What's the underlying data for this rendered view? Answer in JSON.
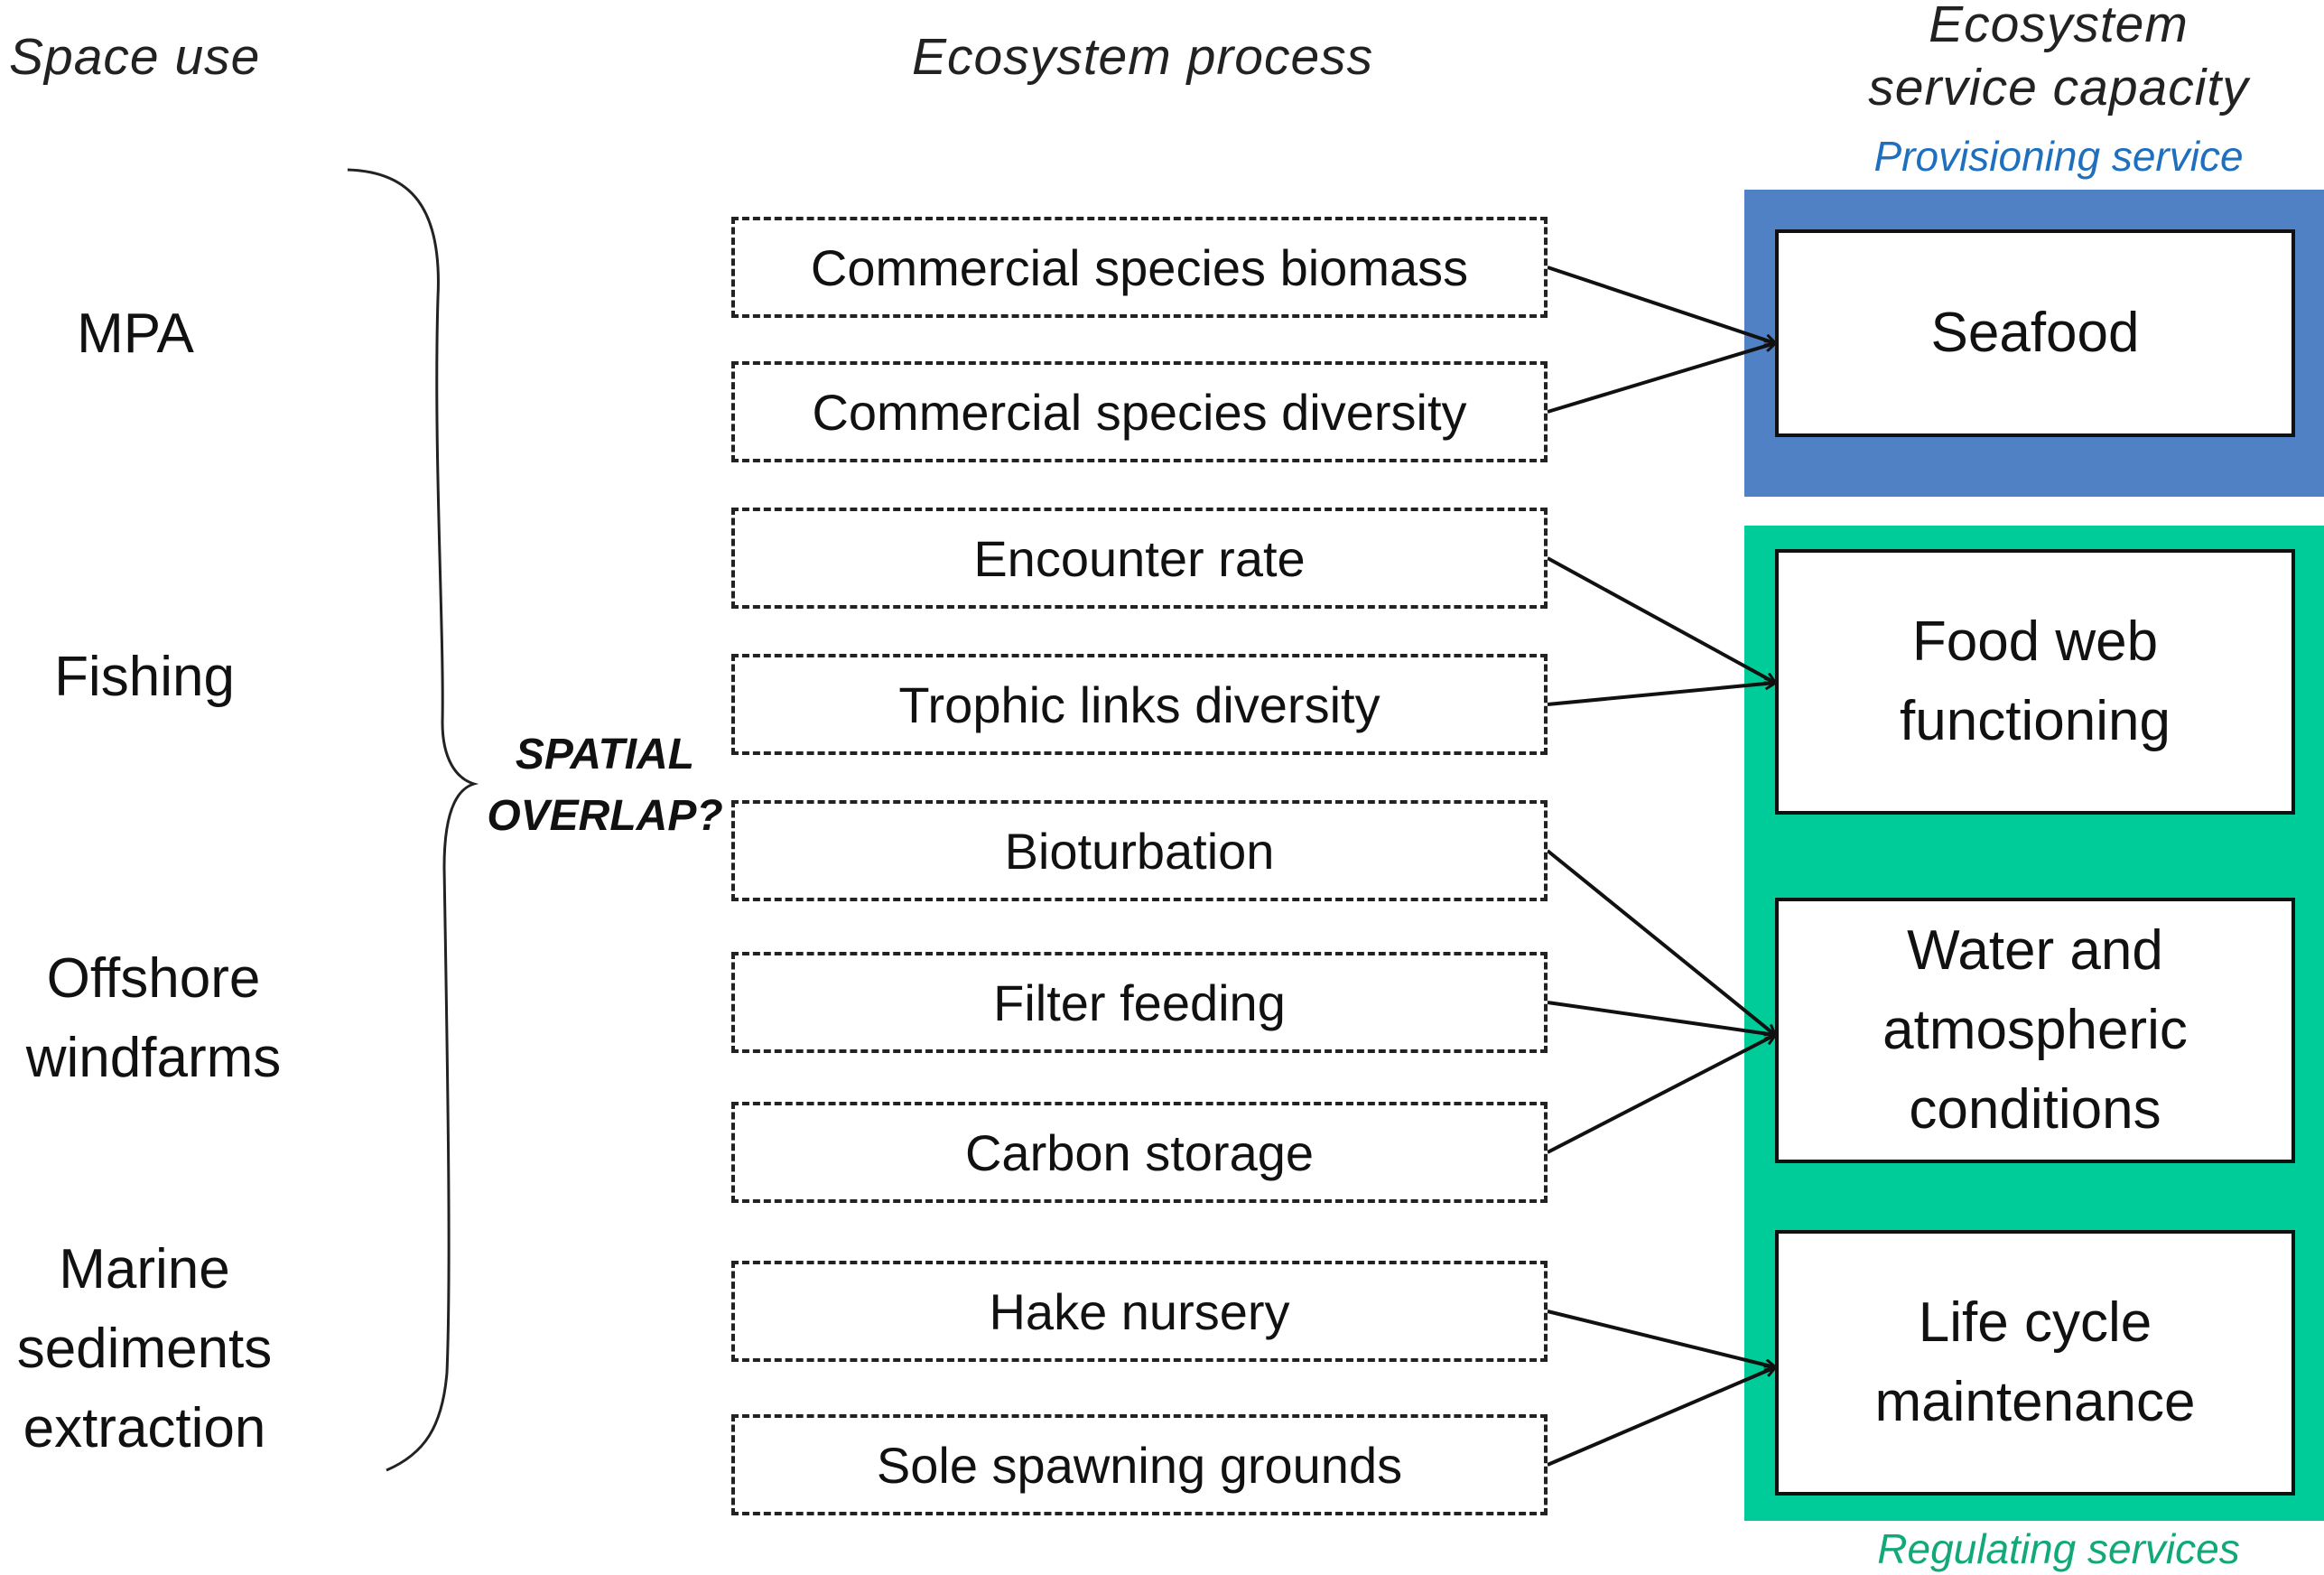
{
  "headers": {
    "space_use": "Space use",
    "ecosystem_process": "Ecosystem process",
    "ecosystem_service_capacity_line1": "Ecosystem",
    "ecosystem_service_capacity_line2": "service capacity",
    "provisioning_service": "Provisioning service",
    "regulating_services": "Regulating services"
  },
  "space_uses": [
    {
      "line1": "MPA",
      "line2": "",
      "line3": ""
    },
    {
      "line1": "Fishing",
      "line2": "",
      "line3": ""
    },
    {
      "line1": "Offshore",
      "line2": "windfarms",
      "line3": ""
    },
    {
      "line1": "Marine",
      "line2": "sediments",
      "line3": "extraction"
    }
  ],
  "overlap_label": {
    "line1": "SPATIAL",
    "line2": "OVERLAP?"
  },
  "processes": [
    "Commercial species biomass",
    "Commercial species diversity",
    "Encounter rate",
    "Trophic links diversity",
    "Bioturbation",
    "Filter feeding",
    "Carbon storage",
    "Hake nursery",
    "Sole spawning grounds"
  ],
  "services": [
    {
      "line1": "Seafood",
      "line2": "",
      "line3": ""
    },
    {
      "line1": "Food web",
      "line2": "functioning",
      "line3": ""
    },
    {
      "line1": "Water and",
      "line2": "atmospheric",
      "line3": "conditions"
    },
    {
      "line1": "Life cycle",
      "line2": "maintenance",
      "line3": ""
    }
  ],
  "links": [
    {
      "from": "Commercial species biomass",
      "to": "Seafood"
    },
    {
      "from": "Commercial species diversity",
      "to": "Seafood"
    },
    {
      "from": "Encounter rate",
      "to": "Food web functioning"
    },
    {
      "from": "Trophic links diversity",
      "to": "Food web functioning"
    },
    {
      "from": "Bioturbation",
      "to": "Water and atmospheric conditions"
    },
    {
      "from": "Filter feeding",
      "to": "Water and atmospheric conditions"
    },
    {
      "from": "Carbon storage",
      "to": "Water and atmospheric conditions"
    },
    {
      "from": "Hake nursery",
      "to": "Life cycle maintenance"
    },
    {
      "from": "Sole spawning grounds",
      "to": "Life cycle maintenance"
    }
  ],
  "colors": {
    "provisioning": "#4f81c4",
    "regulating": "#00cc99",
    "provisioning_text": "#1f6fbf",
    "regulating_text": "#12a87a"
  }
}
